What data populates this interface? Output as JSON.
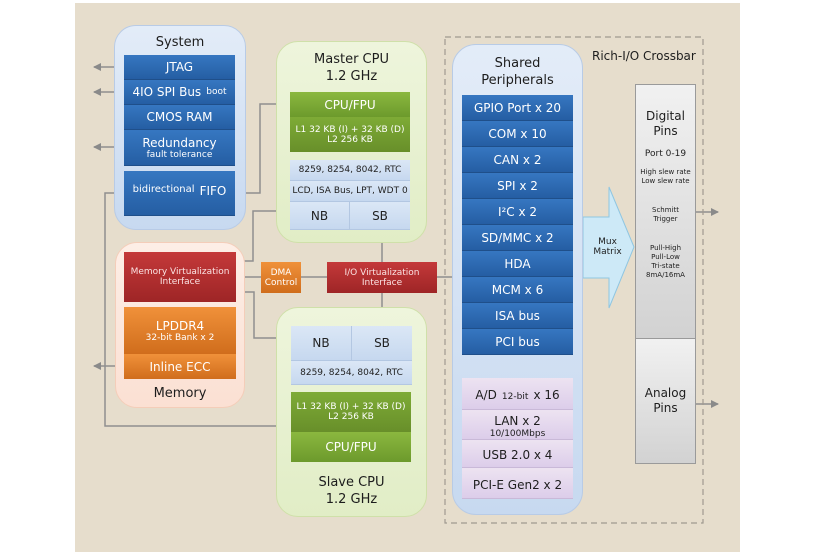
{
  "diagram": {
    "system": {
      "title": "System",
      "items": [
        {
          "label": "JTAG",
          "sub": ""
        },
        {
          "label": "4IO SPI Bus",
          "sub": "boot"
        },
        {
          "label": "CMOS RAM",
          "sub": ""
        },
        {
          "label": "Redundancy",
          "sub": "fault tolerance"
        }
      ],
      "fifo": {
        "prefix": "bidirectional",
        "label": "FIFO"
      }
    },
    "master_cpu": {
      "title": "Master CPU",
      "freq": "1.2 GHz",
      "core": "CPU/FPU",
      "cache_l1": "L1 32 KB (I) + 32 KB (D)",
      "cache_l2": "L2 256 KB",
      "periph_1": "8259, 8254, 8042, RTC",
      "periph_2": "LCD, ISA Bus, LPT, WDT 0",
      "nb": "NB",
      "sb": "SB"
    },
    "memory": {
      "title": "Memory",
      "mvi_1": "Memory Virtualization",
      "mvi_2": "Interface",
      "lpddr": "LPDDR4",
      "lpddr_sub": "32-bit Bank x 2",
      "ecc": "Inline ECC"
    },
    "dma": {
      "line1": "DMA",
      "line2": "Control"
    },
    "iovi": {
      "line1": "I/O Virtualization",
      "line2": "Interface"
    },
    "slave_cpu": {
      "title": "Slave CPU",
      "freq": "1.2 GHz",
      "core": "CPU/FPU",
      "cache_l1": "L1 32 KB (I) + 32 KB (D)",
      "cache_l2": "L2 256 KB",
      "periph_1": "8259, 8254, 8042, RTC",
      "nb": "NB",
      "sb": "SB"
    },
    "shared": {
      "title_1": "Shared",
      "title_2": "Peripherals",
      "blue_items": [
        "GPIO Port x 20",
        "COM x 10",
        "CAN x 2",
        "SPI x 2",
        "I²C x 2",
        "SD/MMC x 2",
        "HDA",
        "MCM x 6",
        "ISA bus",
        "PCI bus"
      ],
      "purple_items": [
        {
          "label": "A/D",
          "mid": "12-bit",
          "tail": "x 16",
          "sub": ""
        },
        {
          "label": "LAN x 2",
          "mid": "",
          "tail": "",
          "sub": "10/100Mbps"
        },
        {
          "label": "USB 2.0 x 4",
          "mid": "",
          "tail": "",
          "sub": ""
        },
        {
          "label": "PCI-E Gen2 x 2",
          "mid": "",
          "tail": "",
          "sub": ""
        }
      ]
    },
    "crossbar": {
      "title": "Rich-I/O Crossbar",
      "mux_1": "Mux",
      "mux_2": "Matrix",
      "digital_1": "Digital",
      "digital_2": "Pins",
      "port": "Port 0-19",
      "slew_1": "High slew rate",
      "slew_2": "Low slew rate",
      "schmitt_1": "Schmitt",
      "schmitt_2": "Trigger",
      "pull_1": "Pull-High",
      "pull_2": "Pull-Low",
      "pull_3": "Tri-state",
      "pull_4": "8mA/16mA",
      "analog_1": "Analog",
      "analog_2": "Pins"
    }
  }
}
